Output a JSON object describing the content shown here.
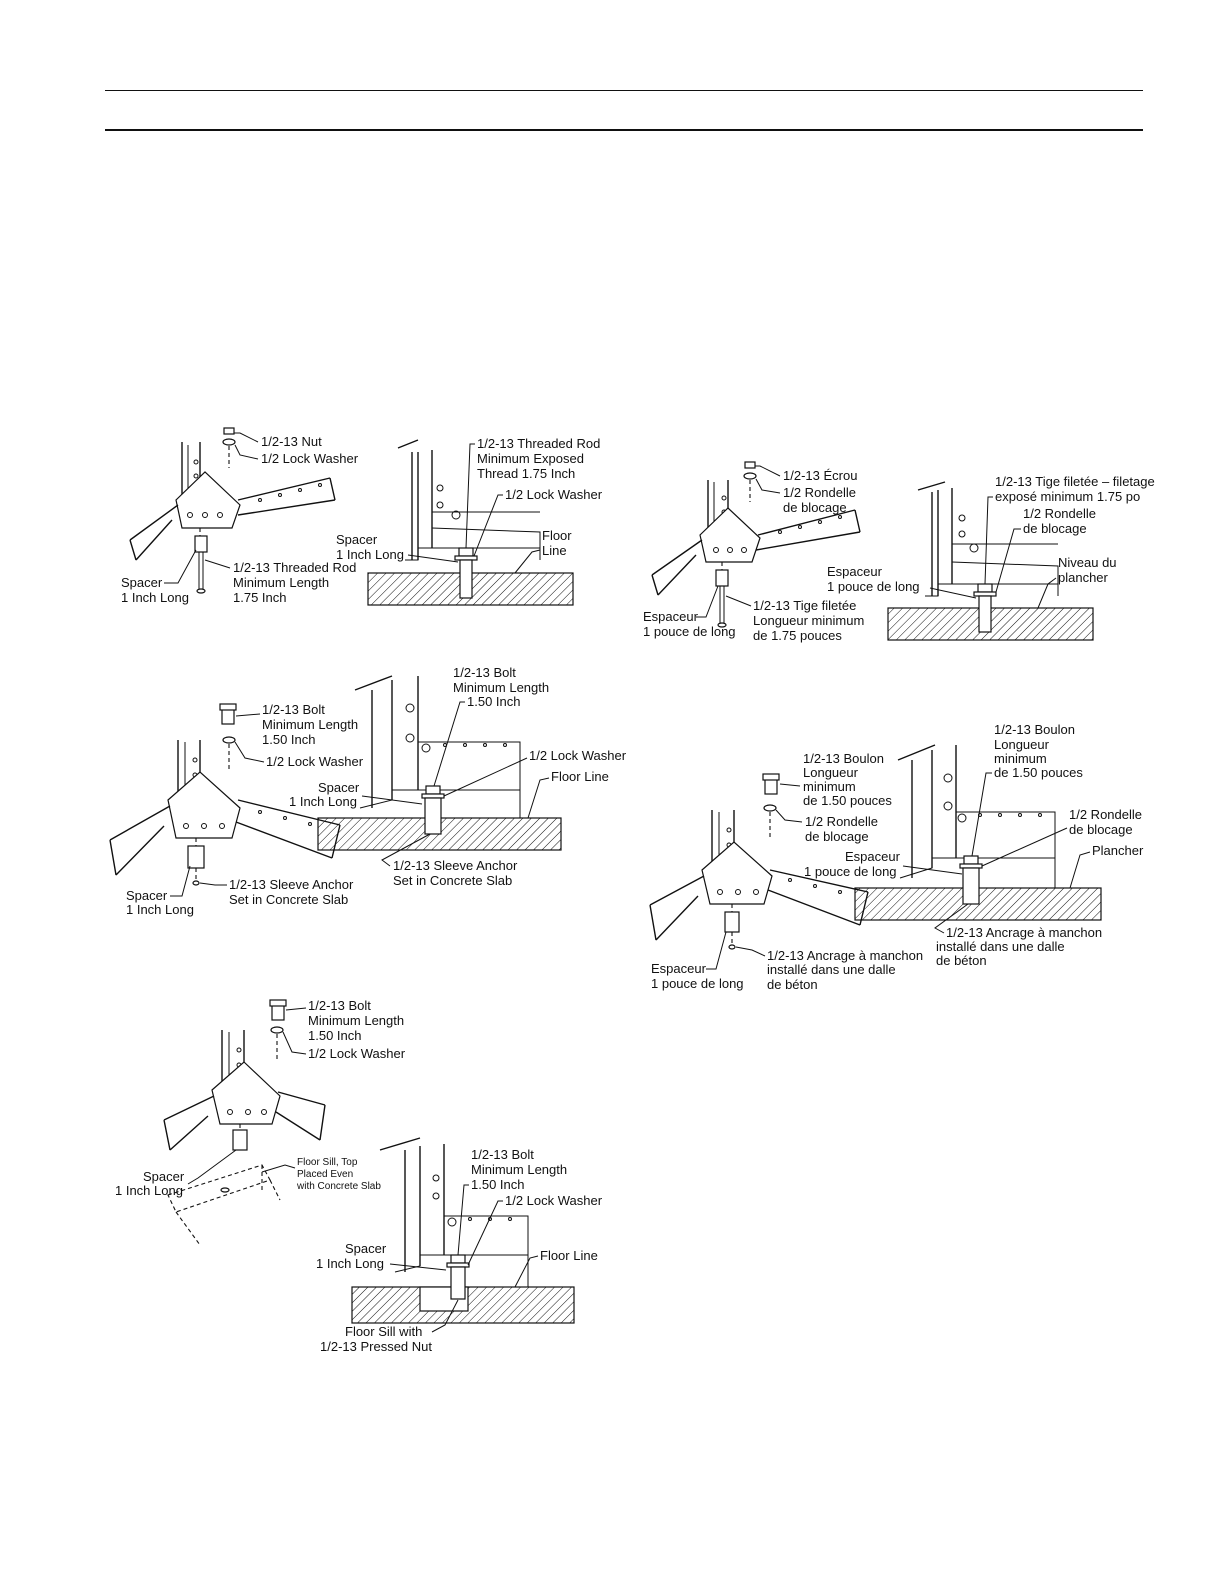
{
  "english": {
    "fig1": {
      "nut": "1/2-13 Nut",
      "lock_washer": "1/2 Lock Washer",
      "rod_exposed": [
        "1/2-13 Threaded Rod",
        "Minimum Exposed",
        "Thread 1.75 Inch"
      ],
      "lock_washer_right": "1/2 Lock Washer",
      "spacer_right": [
        "Spacer",
        "1 Inch Long"
      ],
      "floor_line": [
        "Floor",
        "Line"
      ],
      "rod_length": [
        "1/2-13 Threaded Rod",
        "Minimum Length",
        "1.75 Inch"
      ],
      "spacer_left": [
        "Spacer",
        "1 Inch Long"
      ]
    },
    "fig2": {
      "bolt_right": [
        "1/2-13 Bolt",
        "Minimum Length",
        "1.50 Inch"
      ],
      "bolt_left": [
        "1/2-13 Bolt",
        "Minimum Length",
        "1.50 Inch"
      ],
      "lock_washer_left": "1/2 Lock Washer",
      "lock_washer_right": "1/2 Lock Washer",
      "floor_line": "Floor Line",
      "spacer_right": [
        "Spacer",
        "1 Inch Long"
      ],
      "anchor_right": [
        "1/2-13 Sleeve Anchor",
        "Set in Concrete Slab"
      ],
      "anchor_left": [
        "1/2-13 Sleeve Anchor",
        "Set in Concrete Slab"
      ],
      "spacer_left": [
        "Spacer",
        "1 Inch Long"
      ]
    },
    "fig3": {
      "bolt_left": [
        "1/2-13 Bolt",
        "Minimum Length",
        "1.50 Inch"
      ],
      "lock_washer_left": "1/2 Lock Washer",
      "spacer_left": [
        "Spacer",
        "1 Inch Long"
      ],
      "floor_sill_note": [
        "Floor Sill, Top",
        "Placed Even",
        "with Concrete Slab"
      ],
      "bolt_right": [
        "1/2-13 Bolt",
        "Minimum Length",
        "1.50 Inch"
      ],
      "lock_washer_right": "1/2 Lock Washer",
      "spacer_right": [
        "Spacer",
        "1 Inch Long"
      ],
      "floor_line": "Floor Line",
      "floor_sill": [
        "Floor Sill with",
        "1/2-13 Pressed Nut"
      ]
    }
  },
  "french": {
    "fig1": {
      "nut": "1/2-13 Écrou",
      "lock_washer": [
        "1/2 Rondelle",
        "de blocage"
      ],
      "rod_exposed": [
        "1/2-13 Tige filetée – filetage",
        "exposé minimum 1.75 po"
      ],
      "lock_washer_right": [
        "1/2 Rondelle",
        "de blocage"
      ],
      "spacer_right": [
        "Espaceur",
        "1 pouce de long"
      ],
      "floor_line": [
        "Niveau du",
        "plancher"
      ],
      "rod_length": [
        "1/2-13 Tige filetée",
        "Longueur minimum",
        "de 1.75 pouces"
      ],
      "spacer_left": [
        "Espaceur",
        "1 pouce de long"
      ]
    },
    "fig2": {
      "bolt_right": [
        "1/2-13 Boulon",
        "Longueur",
        "minimum",
        "de 1.50 pouces"
      ],
      "bolt_left": [
        "1/2-13 Boulon",
        "Longueur",
        "minimum",
        "de 1.50 pouces"
      ],
      "lock_washer_left": [
        "1/2 Rondelle",
        "de blocage"
      ],
      "lock_washer_right": [
        "1/2 Rondelle",
        "de blocage"
      ],
      "floor_line": "Plancher",
      "spacer_right": [
        "Espaceur",
        "1 pouce de long"
      ],
      "anchor_right": [
        "1/2-13 Ancrage à manchon",
        "installé dans une dalle",
        "de béton"
      ],
      "anchor_left": [
        "1/2-13 Ancrage à manchon",
        "installé dans une dalle",
        "de béton"
      ],
      "spacer_left": [
        "Espaceur",
        "1 pouce de long"
      ]
    }
  }
}
